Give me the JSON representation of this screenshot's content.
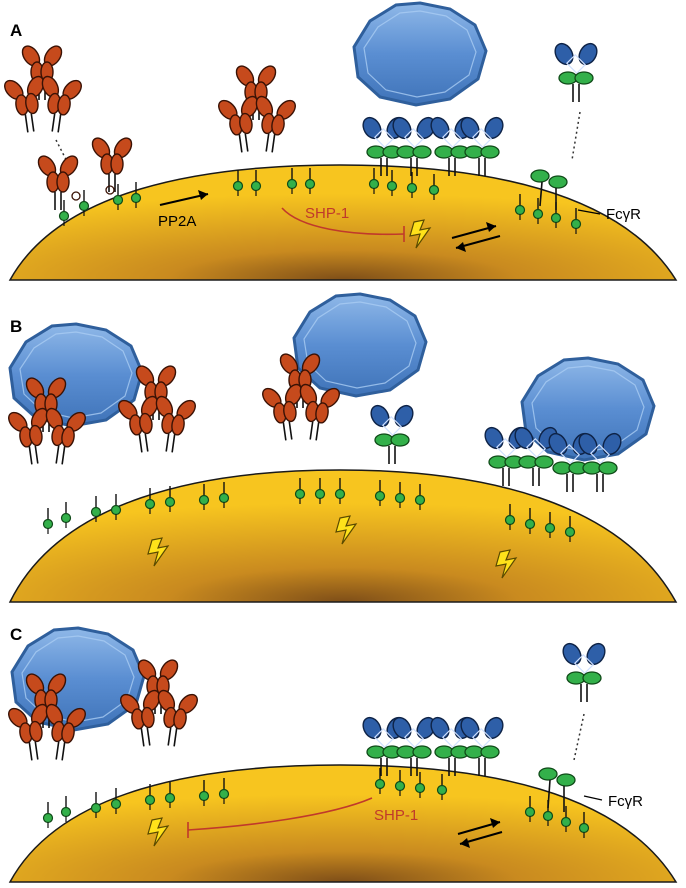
{
  "panels": {
    "a": {
      "letter": "A",
      "pp2a": "PP2A",
      "shp1": "SHP-1",
      "fcgr": "FcγR"
    },
    "b": {
      "letter": "B"
    },
    "c": {
      "letter": "C",
      "shp1": "SHP-1",
      "fcgr": "FcγR"
    }
  },
  "colors": {
    "cell_light": "#f6c21e",
    "cell_dark": "#8a5a1e",
    "membrane": "#222222",
    "antibody_red": "#c64a1c",
    "antibody_red_dark": "#7a2a0c",
    "antibody_blue": "#2e5fa8",
    "antibody_blue_dark": "#14305e",
    "receptor_green": "#33b04a",
    "antigen_blue": "#5b8fd0",
    "antigen_blue_edge": "#2f5f9c",
    "bolt_yellow": "#ffe21a",
    "inhibit_red": "#c0392b"
  },
  "icons": [
    "antigen-octagon",
    "lightning-bolt-icon",
    "forward-arrow-icon",
    "equilibrium-arrows-icon",
    "inhibition-arrow-icon"
  ]
}
